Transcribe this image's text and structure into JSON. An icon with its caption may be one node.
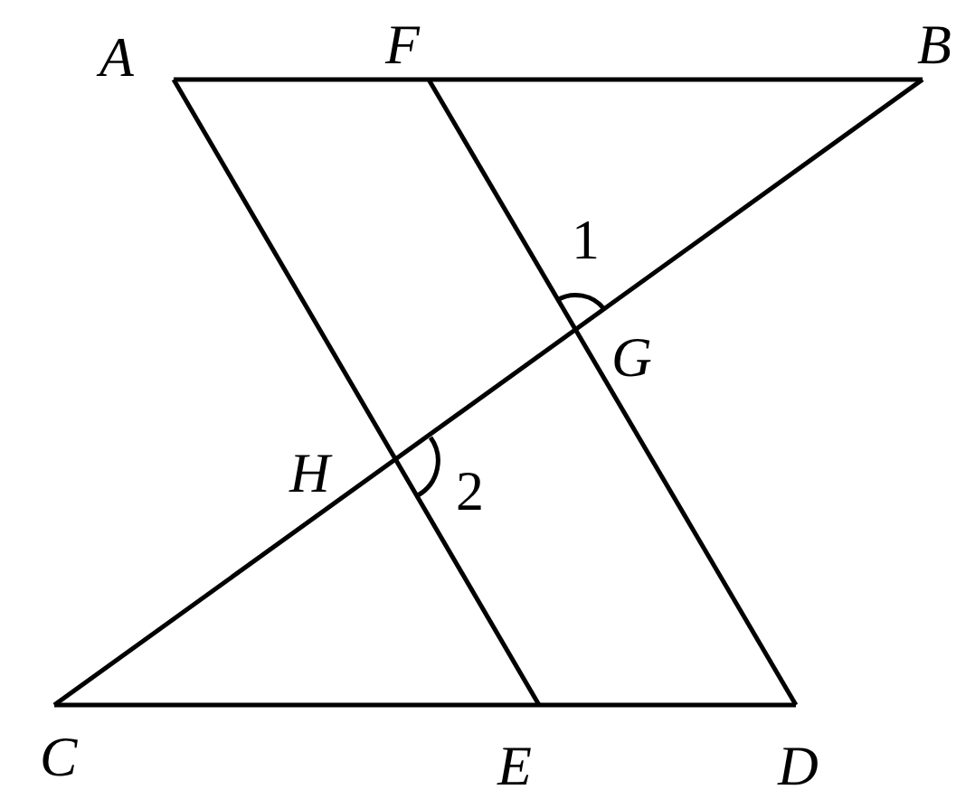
{
  "diagram": {
    "labels": [
      "A",
      "F",
      "B",
      "1",
      "G",
      "H",
      "2",
      "C",
      "E",
      "D"
    ]
  }
}
